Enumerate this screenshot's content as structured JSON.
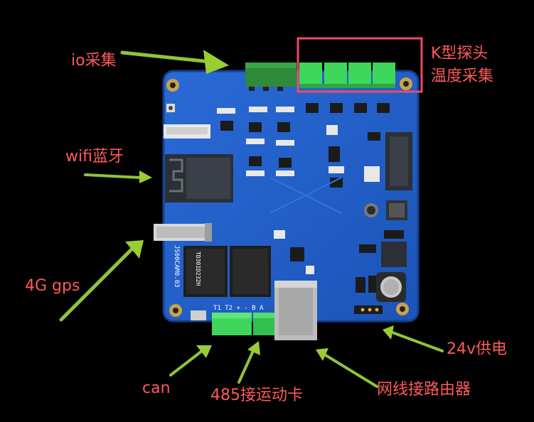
{
  "labels": {
    "io": "io采集",
    "k_probe_line1": "K型探头",
    "k_probe_line2": "温度采集",
    "wifi": "wifi蓝牙",
    "gps": "4G gps",
    "can": "can",
    "rs485": "485接运动卡",
    "ethernet": "网线接路由器",
    "power": "24v供电"
  },
  "board": {
    "silkscreen_model": "JS00CAM0.03",
    "chip_marking": "TD301D232H",
    "terminal_pins": "T1 T2  + -  B A"
  },
  "colors": {
    "background": "#000000",
    "label": "#ff5a5a",
    "arrow": "#9acd32",
    "pcb": "#1f5fc8",
    "highlight_box": "#f04a63",
    "terminal_green": "#3ed65b"
  }
}
